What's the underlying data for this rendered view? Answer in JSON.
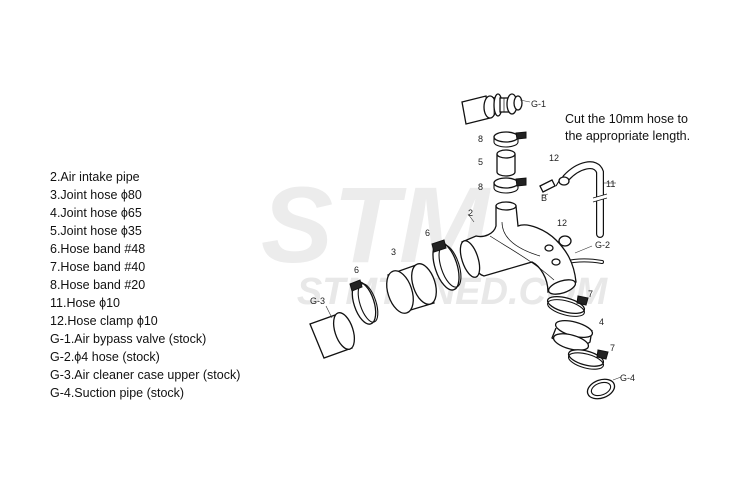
{
  "watermark": {
    "brand": "STM",
    "domain": "STMTUNED.COM",
    "color": "#ebebeb"
  },
  "legend": [
    "2.Air intake pipe",
    "3.Joint hose ϕ80",
    "4.Joint hose ϕ65",
    "5.Joint hose ϕ35",
    "6.Hose band #48",
    "7.Hose band #40",
    "8.Hose band #20",
    "11.Hose ϕ10",
    "12.Hose clamp ϕ10",
    "G-1.Air bypass valve (stock)",
    "G-2.ϕ4 hose (stock)",
    "G-3.Air cleaner case upper (stock)",
    "G-4.Suction pipe (stock)"
  ],
  "note": {
    "line1": "Cut the 10mm hose to",
    "line2": "the appropriate length."
  },
  "callouts": {
    "g1": "G-1",
    "g2": "G-2",
    "g3": "G-3",
    "g4": "G-4",
    "p2": "2",
    "p3": "3",
    "p4": "4",
    "p5": "5",
    "p6_left": "6",
    "p6_right": "6",
    "p7_top": "7",
    "p7_bottom": "7",
    "p8_top": "8",
    "p8_bottom": "8",
    "p11": "11",
    "p12_top": "12",
    "p12_bottom": "12",
    "b": "B"
  }
}
